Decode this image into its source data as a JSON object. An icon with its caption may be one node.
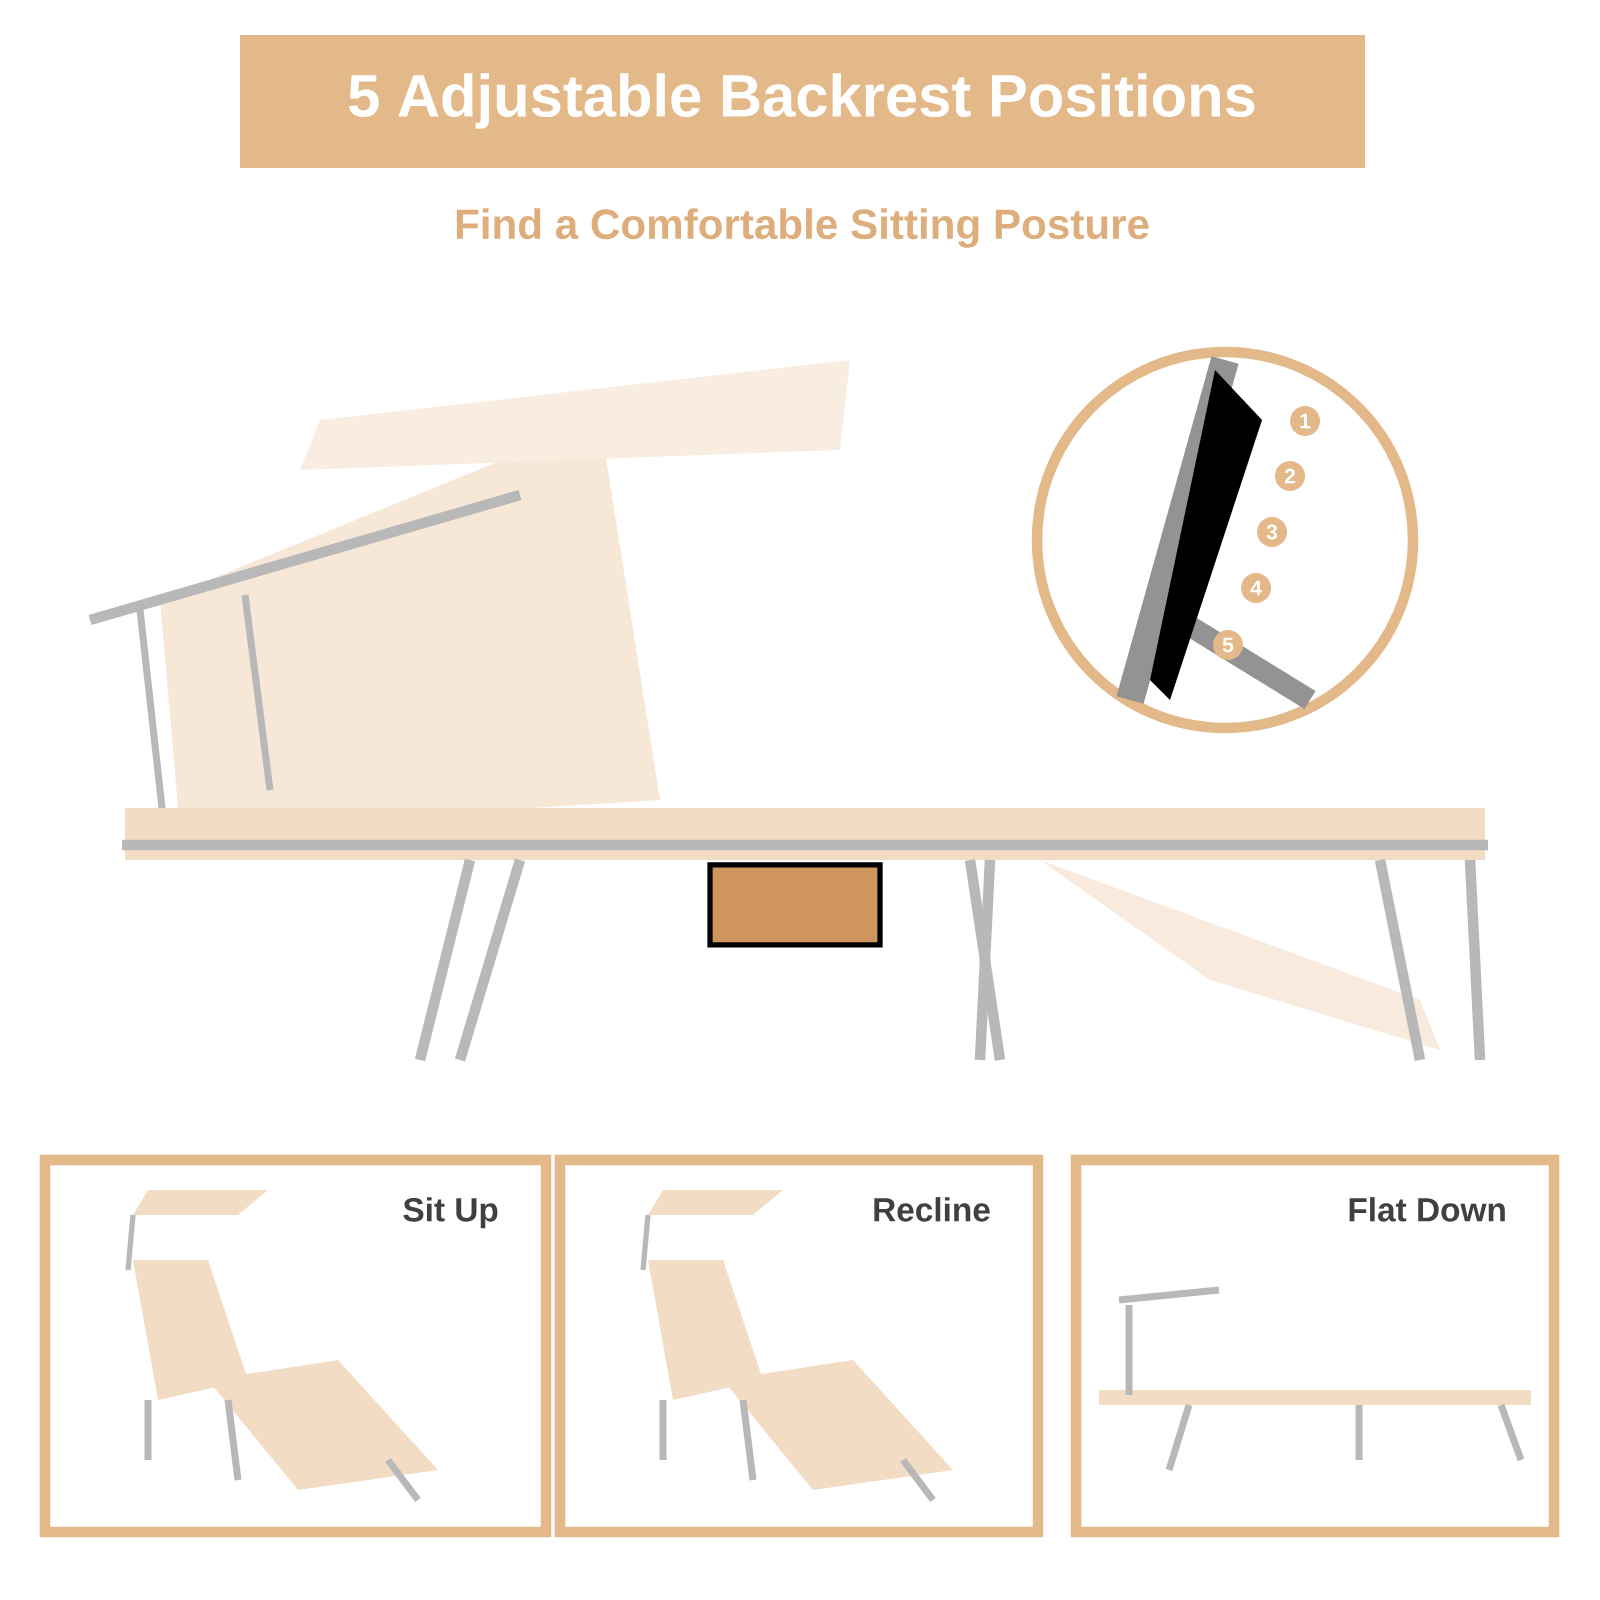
{
  "diagram": {
    "title": "5 Adjustable Backrest Positions",
    "nodes": [
      {
        "text": [
          "Sit Up"
        ]
      },
      {
        "text": [
          "Recline"
        ]
      },
      {
        "text": [
          "Flat Down"
        ]
      }
    ],
    "labels": [
      "Find a Comfortable Sitting Posture",
      "1",
      "2",
      "3",
      "4",
      "5"
    ]
  }
}
